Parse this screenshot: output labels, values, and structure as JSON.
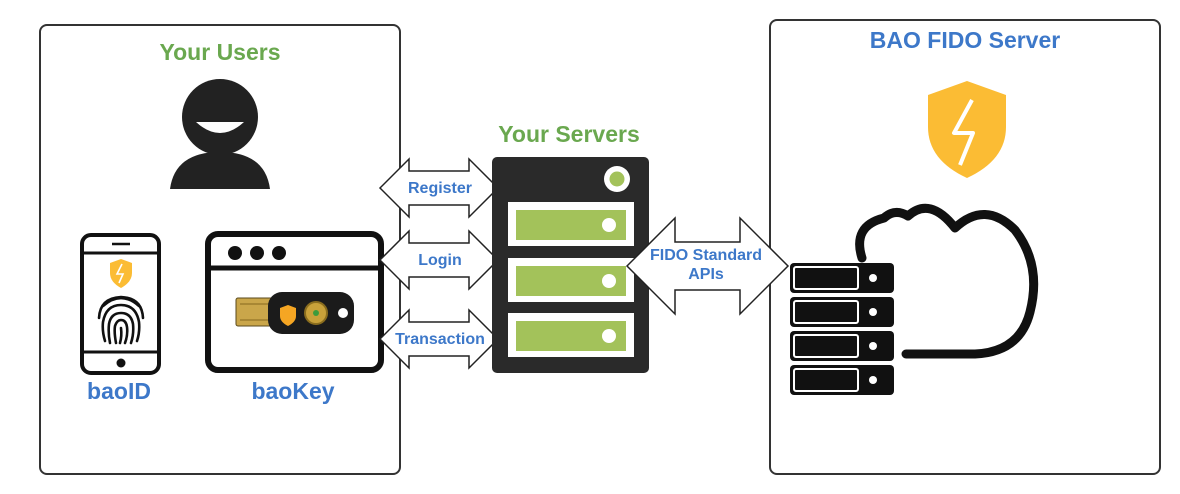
{
  "colors": {
    "green": "#6aa84f",
    "blue": "#3d78c9",
    "server_green": "#a3c25a",
    "shield_yellow": "#fbbc34",
    "dark": "#222222"
  },
  "users_panel": {
    "title": "Your Users",
    "baoid_label": "baoID",
    "baokey_label": "baoKey"
  },
  "servers": {
    "title": "Your Servers"
  },
  "arrows": {
    "register": "Register",
    "login": "Login",
    "transaction": "Transaction"
  },
  "api_arrow": {
    "line1": "FIDO Standard",
    "line2": "APIs"
  },
  "bao_panel": {
    "title": "BAO FIDO Server"
  },
  "icons": [
    "user-icon",
    "phone-icon",
    "fingerprint-icon",
    "shield-icon",
    "browser-window-icon",
    "security-key-icon",
    "server-rack-icon",
    "cloud-icon",
    "server-stack-icon"
  ]
}
